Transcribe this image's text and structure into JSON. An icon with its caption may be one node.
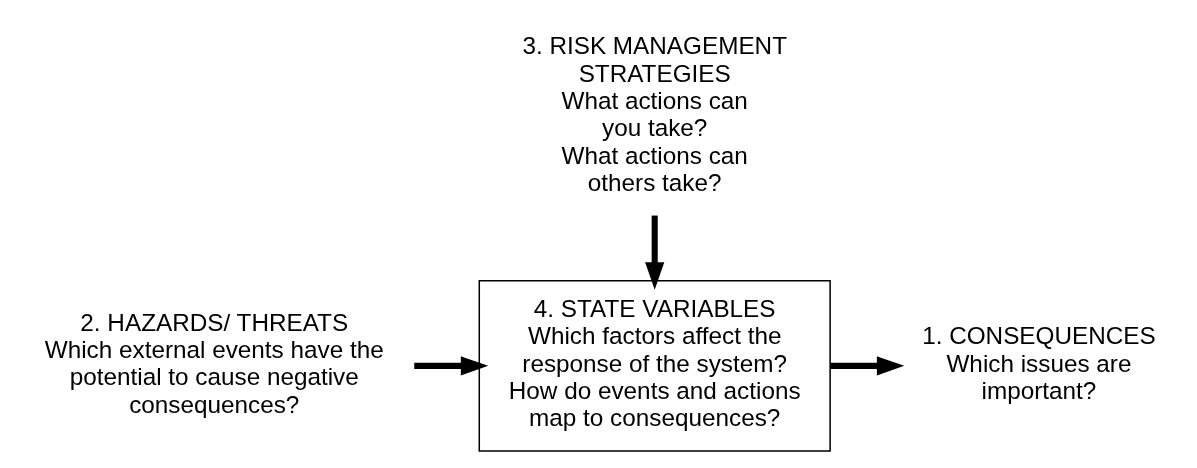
{
  "diagram": {
    "nodes": [
      {
        "text": [
          "3. RISK MANAGEMENT STRATEGIES",
          "What actions can you take?",
          "What actions can others take?"
        ]
      },
      {
        "text": [
          "2. HAZARDS/ THREATS",
          "Which external events have the potential to cause negative consequences?"
        ]
      },
      {
        "text": [
          "4. STATE VARIABLES",
          "Which factors affect the response of the system?",
          "How do events and actions map to consequences?"
        ]
      },
      {
        "text": [
          "1. CONSEQUENCES",
          "Which issues are important?"
        ]
      }
    ],
    "edges": [
      {
        "from": 0,
        "to": 2,
        "arrow": "to"
      },
      {
        "from": 1,
        "to": 2,
        "arrow": "to"
      },
      {
        "from": 2,
        "to": 3,
        "arrow": "to"
      }
    ]
  }
}
